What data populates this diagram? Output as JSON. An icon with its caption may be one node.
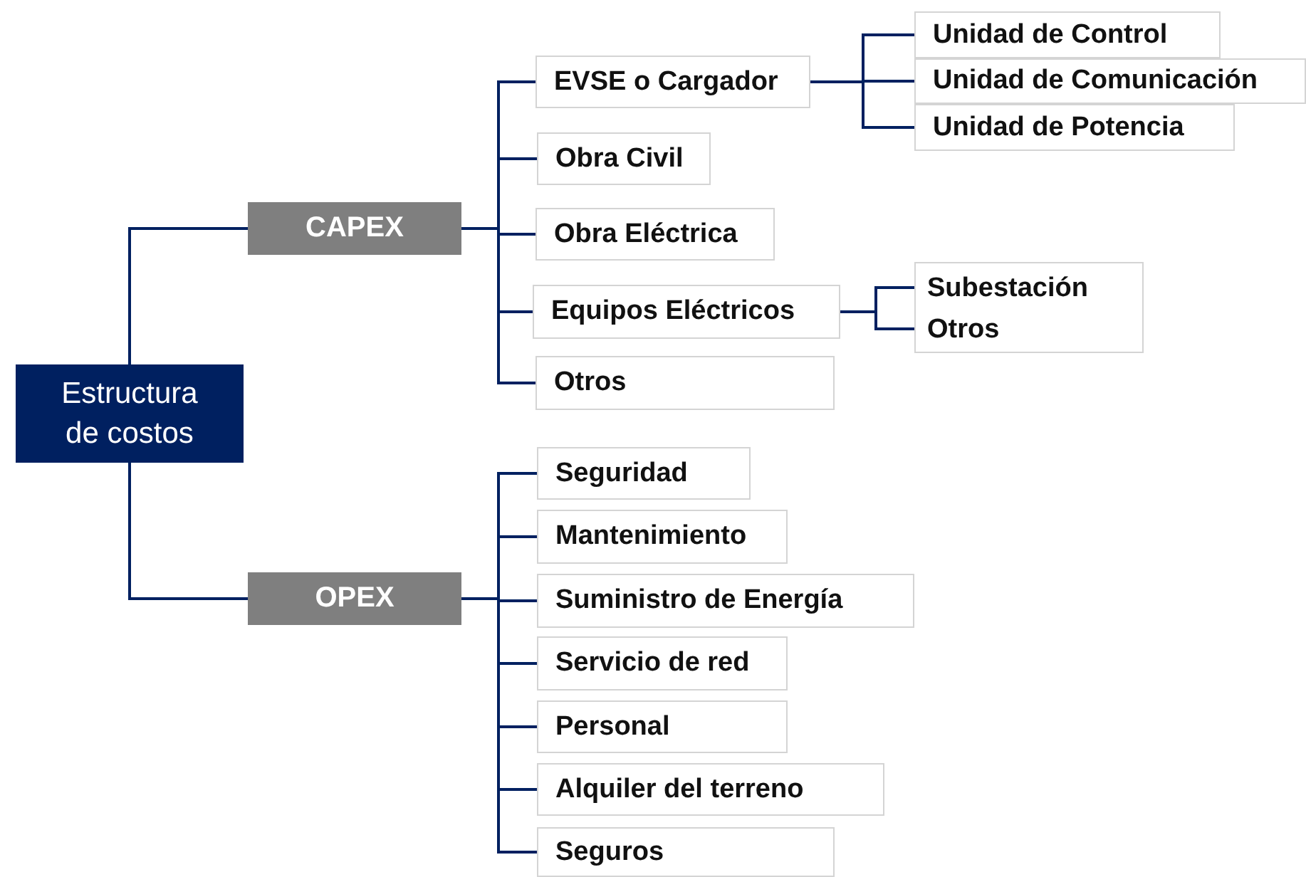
{
  "diagram": {
    "nodes": [
      {
        "text": [
          "Estructura de costos"
        ]
      },
      {
        "text": [
          "CAPEX"
        ]
      },
      {
        "text": [
          "EVSE o Cargador"
        ]
      },
      {
        "text": [
          "Unidad de Control"
        ]
      },
      {
        "text": [
          "Unidad de Comunicación"
        ]
      },
      {
        "text": [
          "Unidad de Potencia"
        ]
      },
      {
        "text": [
          "Obra Civil"
        ]
      },
      {
        "text": [
          "Obra Eléctrica"
        ]
      },
      {
        "text": [
          "Equipos Eléctricos"
        ]
      },
      {
        "text": [],
        "shape": "box"
      },
      {
        "text": [
          "Subestación"
        ],
        "in": 9
      },
      {
        "text": [
          "Otros"
        ],
        "in": 9
      },
      {
        "text": [
          "Otros"
        ]
      },
      {
        "text": [
          "OPEX"
        ]
      },
      {
        "text": [
          "Seguridad"
        ]
      },
      {
        "text": [
          "Mantenimiento"
        ]
      },
      {
        "text": [
          "Suministro de Energía"
        ]
      },
      {
        "text": [
          "Servicio de red"
        ]
      },
      {
        "text": [
          "Personal"
        ]
      },
      {
        "text": [
          "Alquiler del terreno"
        ]
      },
      {
        "text": [
          "Seguros"
        ]
      }
    ],
    "edges": [
      {
        "from": 0,
        "to": 1,
        "arrow": "none"
      },
      {
        "from": 0,
        "to": 13,
        "arrow": "none"
      },
      {
        "from": 1,
        "to": 2,
        "arrow": "none"
      },
      {
        "from": 1,
        "to": 6,
        "arrow": "none"
      },
      {
        "from": 1,
        "to": 7,
        "arrow": "none"
      },
      {
        "from": 1,
        "to": 8,
        "arrow": "none"
      },
      {
        "from": 1,
        "to": 12,
        "arrow": "none"
      },
      {
        "from": 2,
        "to": 3,
        "arrow": "none"
      },
      {
        "from": 2,
        "to": 4,
        "arrow": "none"
      },
      {
        "from": 2,
        "to": 5,
        "arrow": "none"
      },
      {
        "from": 8,
        "to": 10,
        "arrow": "none"
      },
      {
        "from": 8,
        "to": 11,
        "arrow": "none"
      },
      {
        "from": 13,
        "to": 14,
        "arrow": "none"
      },
      {
        "from": 13,
        "to": 15,
        "arrow": "none"
      },
      {
        "from": 13,
        "to": 16,
        "arrow": "none"
      },
      {
        "from": 13,
        "to": 17,
        "arrow": "none"
      },
      {
        "from": 13,
        "to": 18,
        "arrow": "none"
      },
      {
        "from": 13,
        "to": 19,
        "arrow": "none"
      },
      {
        "from": 13,
        "to": 20,
        "arrow": "none"
      }
    ]
  }
}
